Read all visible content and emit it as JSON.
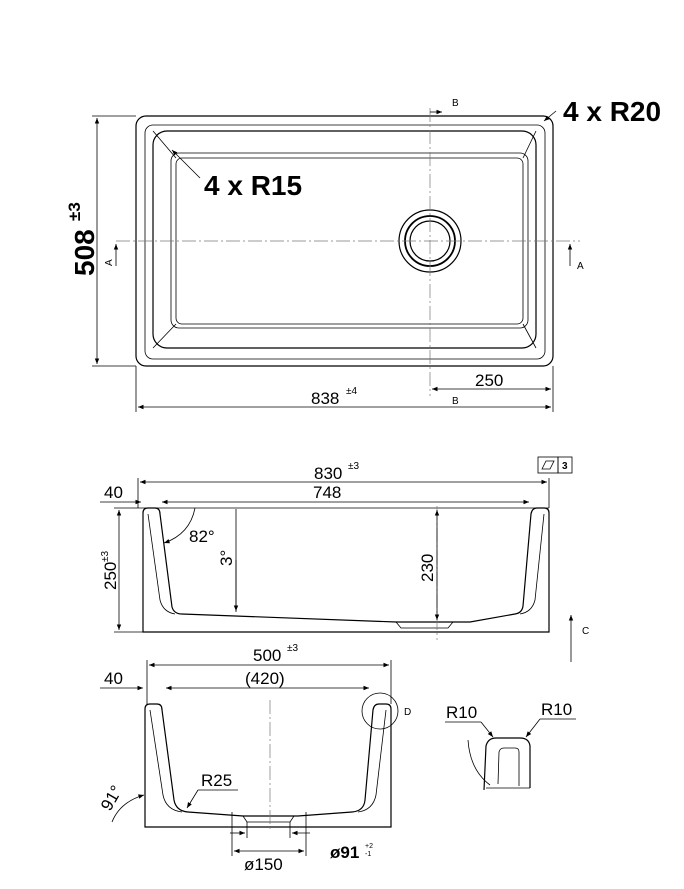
{
  "top_view": {
    "corner_outer": "4 x R20",
    "corner_inner": "4 x R15",
    "height": "508",
    "height_tol": "±3",
    "width": "838",
    "width_tol": "±4",
    "drain_offset": "250",
    "section_a": "A",
    "section_b": "B"
  },
  "section_a": {
    "outer_width": "830",
    "outer_width_tol": "±3",
    "inner_width": "748",
    "rim": "40",
    "height": "250",
    "height_tol": "±3",
    "wall_angle": "82°",
    "slope": "3°",
    "depth": "230",
    "flatness_value": "3",
    "view_c": "C"
  },
  "section_b": {
    "outer_width": "500",
    "outer_width_tol": "±3",
    "inner_width": "(420)",
    "rim": "40",
    "angle": "91°",
    "radius": "R25",
    "drain_dia": "ø150",
    "hole_dia": "ø91",
    "hole_tol_plus": "+2",
    "hole_tol_minus": "-1",
    "detail": "D"
  },
  "detail_d": {
    "radius_left": "R10",
    "radius_right": "R10"
  }
}
